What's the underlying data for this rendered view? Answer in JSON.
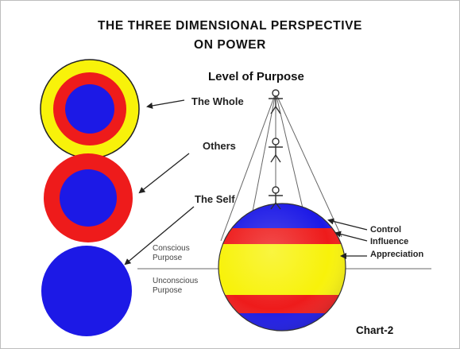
{
  "title_line1": "THE THREE DIMENSIONAL PERSPECTIVE",
  "title_line2": "ON POWER",
  "level_of_purpose": "Level of Purpose",
  "levels": {
    "whole": "The Whole",
    "others": "Others",
    "self": "The Self"
  },
  "conscious_purpose": [
    "Conscious",
    "Purpose"
  ],
  "unconscious_purpose": [
    "Unconscious",
    "Purpose"
  ],
  "legend": {
    "control": "Control",
    "influence": "Influence",
    "appreciation": "Appreciation"
  },
  "chart_label": "Chart-2",
  "colors": {
    "yellow": "#f8f20a",
    "red": "#ee1b1b",
    "blue": "#1c19e6",
    "line": "#555555"
  },
  "icons": [
    "figure-icon"
  ]
}
